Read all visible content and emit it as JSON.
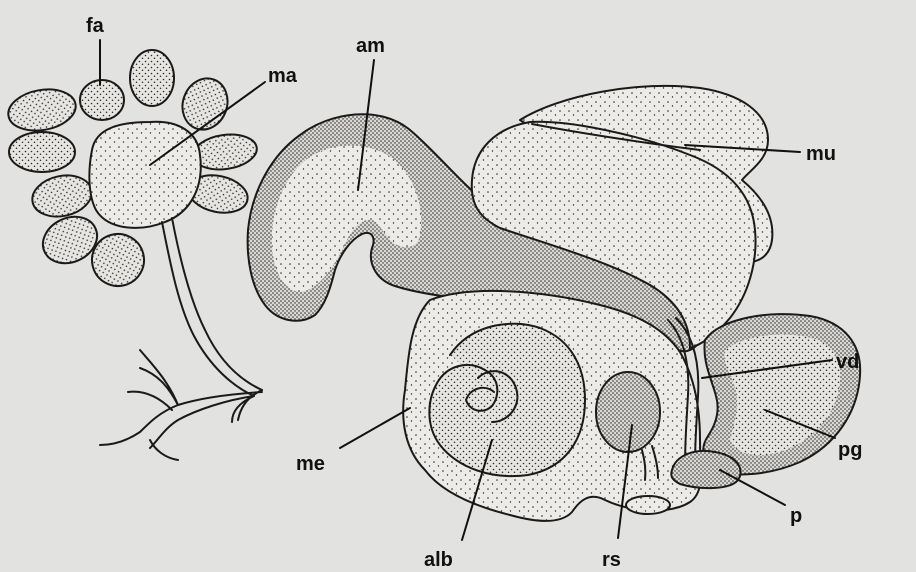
{
  "figure": {
    "background": "#e2e2e0",
    "ink": "#1a1a1a",
    "stipple": "#2a2a2a",
    "labels": {
      "fa": "fa",
      "ma": "ma",
      "am": "am",
      "mu": "mu",
      "vd": "vd",
      "pg": "pg",
      "p": "p",
      "me": "me",
      "alb": "alb",
      "rs": "rs"
    }
  }
}
